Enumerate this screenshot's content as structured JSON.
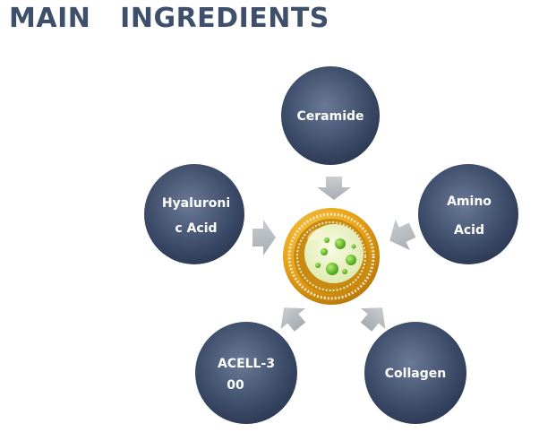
{
  "title": "MAIN   INGREDIENTS",
  "center": {
    "icon": "liposome-icon"
  },
  "nodes": [
    {
      "id": "ceramide",
      "lines": [
        "Ceramide"
      ]
    },
    {
      "id": "amino-acid",
      "lines": [
        "Amino",
        "Acid"
      ]
    },
    {
      "id": "collagen",
      "lines": [
        "Collagen"
      ]
    },
    {
      "id": "acell-300",
      "lines": [
        "ACELL-3",
        "00"
      ]
    },
    {
      "id": "hyaluronic-acid",
      "lines": [
        "Hyaluroni",
        "c Acid"
      ]
    }
  ],
  "colors": {
    "title": "#3d4f6b",
    "node_light": "#6a7a96",
    "node_dark": "#2a3752",
    "arrow": "#b4b9be",
    "liposome_shell": "#e8a318",
    "liposome_core": "#eef5c8",
    "droplet": "#5fbf2a"
  }
}
